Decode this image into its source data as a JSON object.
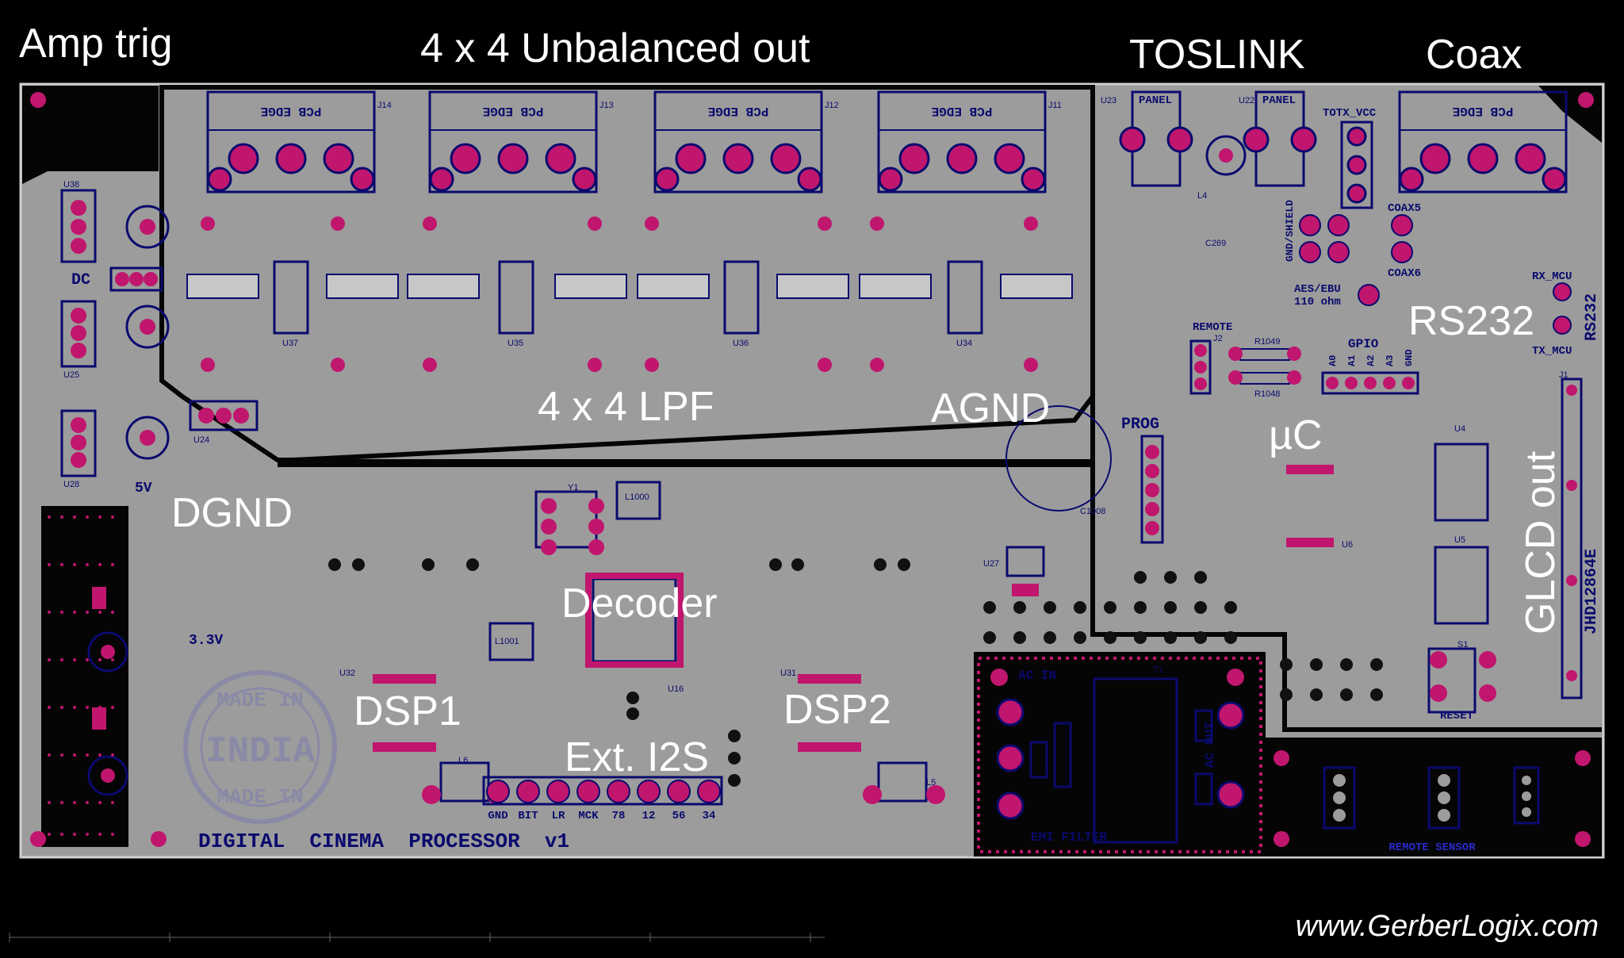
{
  "colors": {
    "background": "#000000",
    "board": "#9c9c9c",
    "outline": "#0a0a6e",
    "pad": "#c0166e",
    "hole": "#111111",
    "label": "#ffffff"
  },
  "annotations": {
    "amp_trig": "Amp trig",
    "unbalanced_out": "4 x 4 Unbalanced out",
    "toslink": "TOSLINK",
    "coax": "Coax",
    "lpf": "4 x 4 LPF",
    "agnd": "AGND",
    "dgnd": "DGND",
    "uc": "µC",
    "rs232": "RS232",
    "decoder": "Decoder",
    "glcd_out": "GLCD out",
    "dsp1": "DSP1",
    "dsp2": "DSP2",
    "ext_i2s": "Ext. I2S",
    "website": "www.GerberLogix.com"
  },
  "silkscreen": {
    "board_title": "DIGITAL  CINEMA  PROCESSOR  v1",
    "pcb_edge": "PCB EDGE",
    "panel": "PANEL",
    "dc": "DC",
    "prog": "PROG",
    "gpio": "GPIO",
    "remote": "REMOTE",
    "reset": "RESET",
    "remote_sensor": "REMOTE  SENSOR",
    "ac_in": "AC  IN",
    "ac_out": "AC OUT",
    "emi_filter": "EMI FILTER",
    "v33": "3.3V",
    "v5": "5V",
    "gnd_shield": "GND/SHIELD",
    "aes_ebu": "AES/EBU",
    "ohm": "110  ohm",
    "coax5": "COAX5",
    "coax6": "COAX6",
    "totx_vcc": "TOTX_VCC",
    "rx_mcu": "RX_MCU",
    "tx_mcu": "TX_MCU",
    "rs232_silk": "RS232",
    "jhd": "JHD12864E",
    "made_in": "MADE IN",
    "india": "INDIA",
    "i2s_pins": [
      "GND",
      "BIT",
      "LR",
      "MCK",
      "78",
      "12",
      "56",
      "34"
    ],
    "gpio_pins": [
      "A0",
      "A1",
      "A2",
      "A3",
      "GND"
    ],
    "jack_refs": [
      "J14",
      "J13",
      "J12",
      "J11"
    ],
    "refs": {
      "u37": "U37",
      "u35": "U35",
      "u36": "U36",
      "u34": "U34",
      "u24": "U24",
      "u38": "U38",
      "u25": "U25",
      "u28": "U28",
      "u23": "U23",
      "u22": "U22",
      "u32": "U32",
      "u31": "U31",
      "u16": "U16",
      "u4": "U4",
      "u5": "U5",
      "u6": "U6",
      "u27": "U27",
      "y1": "Y1",
      "l1000": "L1000",
      "l1001": "L1001",
      "l6": "L6",
      "l5": "L5",
      "l4": "L4",
      "t1": "T1",
      "j1": "J1",
      "j2": "J2",
      "s1": "S1",
      "c1008": "C1008",
      "c269": "C269",
      "r1049": "R1049",
      "r1048": "R1048"
    }
  }
}
